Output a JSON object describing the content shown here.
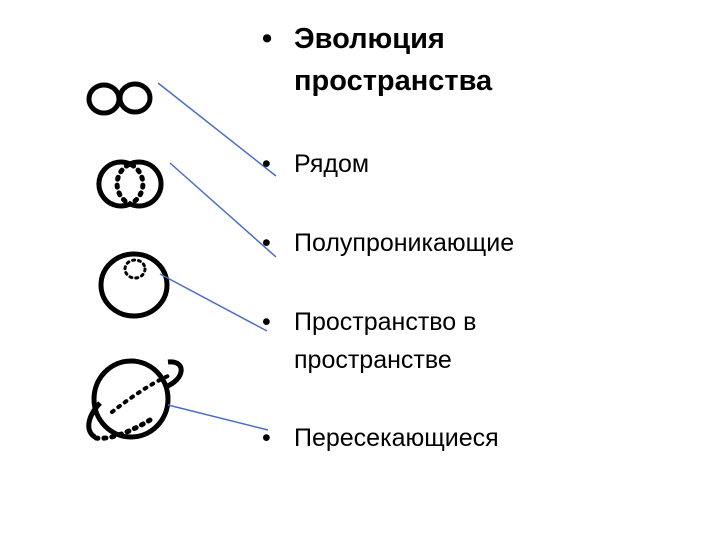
{
  "title": {
    "bullet": "•",
    "text": "Эволюция пространства"
  },
  "items": [
    {
      "bullet": "•",
      "text": "Рядом"
    },
    {
      "bullet": "•",
      "text": "Полупроникающие"
    },
    {
      "bullet": "•",
      "text": "Пространство в пространстве"
    },
    {
      "bullet": "•",
      "text": "Пересекающиеся"
    }
  ],
  "colors": {
    "connector_line": "#4a6ec2",
    "sketch_stroke": "#000000",
    "background": "#ffffff"
  }
}
